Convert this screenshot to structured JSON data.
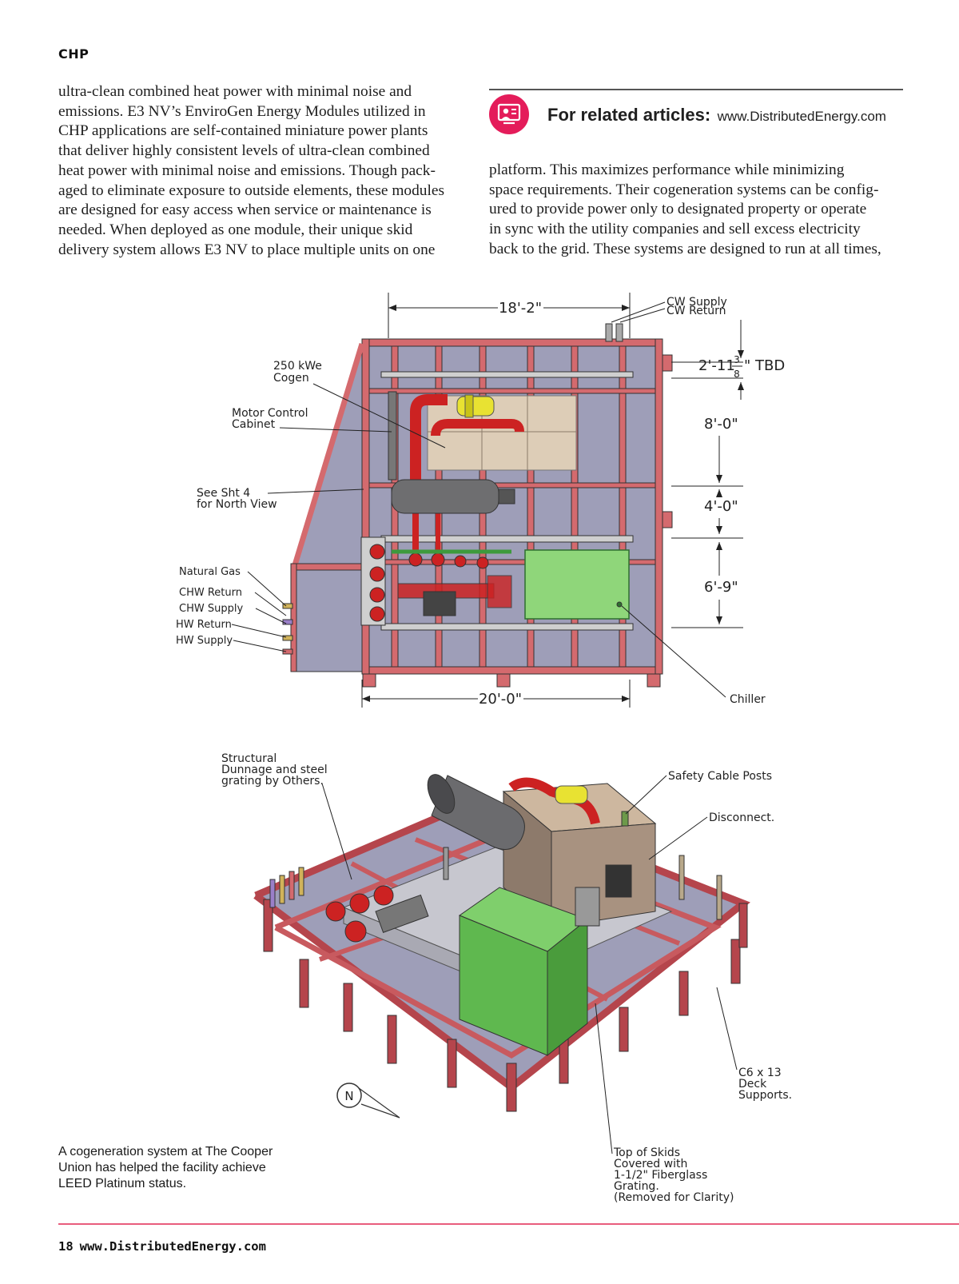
{
  "header": {
    "section": "CHP"
  },
  "article": {
    "left_lines": [
      "ultra-clean combined heat power with minimal noise and",
      "emissions. E3 NV’s EnviroGen Energy Modules utilized in",
      "CHP applications are self-contained miniature power plants",
      "that deliver highly consistent levels of ultra-clean combined",
      "heat power with minimal noise and emissions. Though pack-",
      "aged to eliminate exposure to outside elements, these modules",
      "are designed for easy access when service or maintenance is",
      "needed. When deployed as one module, their unique skid",
      "delivery system allows E3 NV to place multiple units on one"
    ],
    "right_lines": [
      "platform. This maximizes performance while minimizing",
      "space requirements. Their cogeneration systems can be config-",
      "ured to provide power only to designated property or operate",
      "in sync with the utility companies and sell excess electricity",
      "back to the grid. These systems are designed to run at all times,"
    ]
  },
  "related": {
    "title": "For related articles:",
    "url": "www.DistributedEnergy.com",
    "icon": "presenter-icon",
    "accent": "#e41c5a"
  },
  "drawing_top": {
    "dim_top": "18'-2\"",
    "dim_bottom": "20'-0\"",
    "cw_supply": "CW Supply",
    "cw_return": "CW Return",
    "tbd_whole": "2'-11",
    "tbd_num": "3",
    "tbd_den": "8",
    "tbd_suffix": "\" TBD",
    "dim_8": "8'-0\"",
    "dim_4": "4'-0\"",
    "dim_6": "6'-9\"",
    "cogen_line1": "250 kWe",
    "cogen_line2": "Cogen",
    "mcc_line1": "Motor Control",
    "mcc_line2": "Cabinet",
    "see_line1": "See Sht 4",
    "see_line2": "for North View",
    "natural_gas": "Natural Gas",
    "chw_return": "CHW Return",
    "chw_supply": "CHW Supply",
    "hw_return": "HW Return",
    "hw_supply": "HW Supply",
    "chiller": "Chiller"
  },
  "drawing_iso": {
    "structural_line1": "Structural",
    "structural_line2": "Dunnage and steel",
    "structural_line3": "grating by Others.",
    "safety": "Safety Cable Posts",
    "disconnect": "Disconnect.",
    "deck_line1": "C6 x 13",
    "deck_line2": "Deck",
    "deck_line3": "Supports.",
    "top_line1": "Top of Skids",
    "top_line2": "Covered with",
    "top_line3": "1-1/2\" Fiberglass",
    "top_line4": "Grating.",
    "top_line5": "(Removed for Clarity)",
    "north": "N"
  },
  "caption": "A cogeneration system at The Cooper Union has helped the facility achieve LEED Platinum status.",
  "footer": {
    "page": "18",
    "site": "www.DistributedEnergy.com",
    "rule_color": "#e85d7d"
  }
}
